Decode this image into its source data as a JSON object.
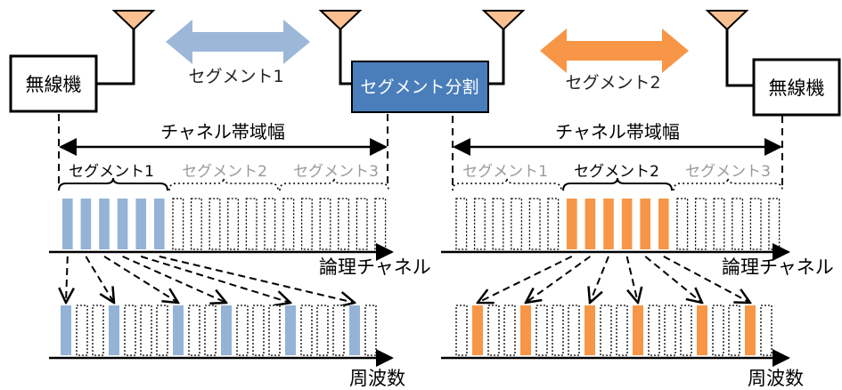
{
  "nodes": {
    "left_radio": "無線機",
    "center_node": "セグメント分割",
    "right_radio": "無線機"
  },
  "links": {
    "left_label": "セグメント1",
    "right_label": "セグメント2"
  },
  "bandwidth_label_left": "チャネル帯域幅",
  "bandwidth_label_right": "チャネル帯域幅",
  "segments_left": [
    "セグメント1",
    "セグメント2",
    "セグメント3"
  ],
  "segments_right": [
    "セグメント1",
    "セグメント2",
    "セグメント3"
  ],
  "axis_labels": {
    "logical_left": "論理チャネル",
    "logical_right": "論理チャネル",
    "freq_left": "周波数",
    "freq_right": "周波数"
  },
  "colors": {
    "blue_fill": "#94b3d6",
    "orange_fill": "#f79646",
    "center_box": "#4a7ebb",
    "arrow_blue": "#9db7d8",
    "arrow_orange": "#f5a25d",
    "antenna": "#fac090"
  }
}
